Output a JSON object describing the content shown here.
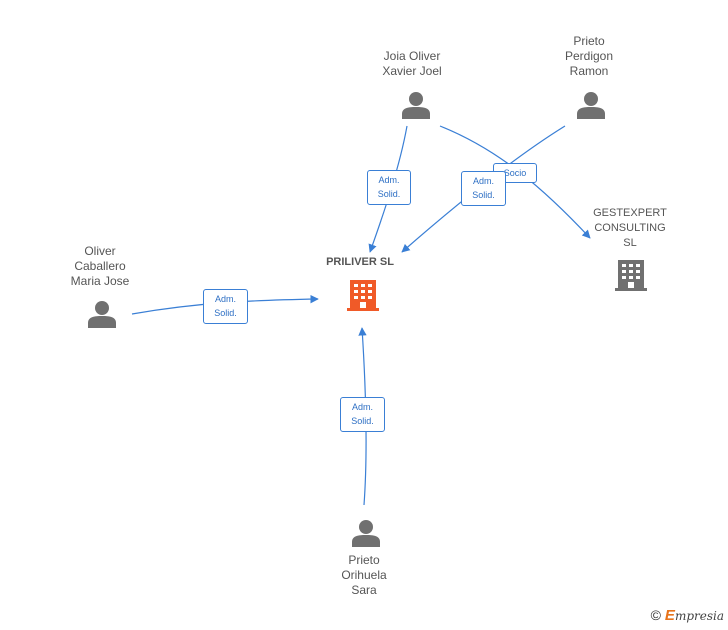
{
  "colors": {
    "edge": "#3a7fd5",
    "person": "#707070",
    "company_main": "#f05a28",
    "company_other": "#707070"
  },
  "nodes": {
    "joia": {
      "lines": [
        "Joia Oliver",
        "Xavier Joel"
      ]
    },
    "prieto_perdigon": {
      "lines": [
        "Prieto",
        "Perdigon",
        "Ramon"
      ]
    },
    "oliver_caballero": {
      "lines": [
        "Oliver",
        "Caballero",
        "Maria Jose"
      ]
    },
    "prieto_orihuela": {
      "lines": [
        "Prieto",
        "Orihuela",
        "Sara"
      ]
    },
    "priliver": {
      "lines": [
        "PRILIVER SL"
      ]
    },
    "gestexpert": {
      "lines": [
        "GESTEXPERT",
        "CONSULTING",
        "SL"
      ]
    }
  },
  "edge_labels": {
    "joia_priliver": [
      "Adm.",
      "Solid."
    ],
    "perdigon_priliver": [
      "Adm.",
      "Solid."
    ],
    "joia_gestexpert": [
      "Socio"
    ],
    "caballero_priliver": [
      "Adm.",
      "Solid."
    ],
    "orihuela_priliver": [
      "Adm.",
      "Solid."
    ]
  },
  "footer": {
    "copyright_symbol": "©",
    "brand_initial": "E",
    "brand_rest": "mpresia"
  }
}
